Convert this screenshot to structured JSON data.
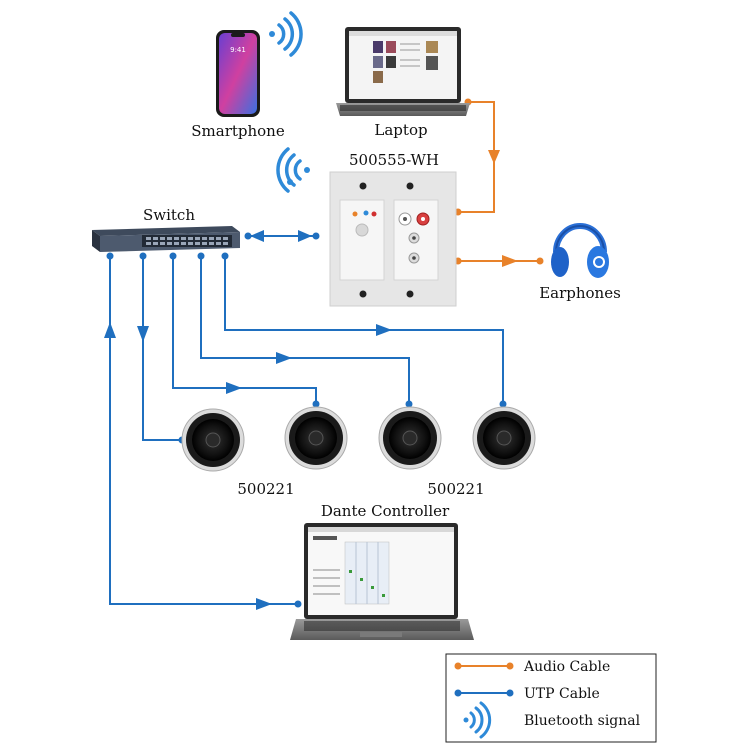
{
  "labels": {
    "smartphone": "Smartphone",
    "laptop": "Laptop",
    "wall_plate": "500555-WH",
    "switch": "Switch",
    "earphones": "Earphones",
    "speaker_left": "500221",
    "speaker_right": "500221",
    "dante_controller": "Dante Controller"
  },
  "phone_screen_time": "9:41",
  "legend": {
    "audio_cable": "Audio Cable",
    "utp_cable": "UTP Cable",
    "bluetooth": "Bluetooth signal"
  },
  "colors": {
    "audio_cable": "#e8822a",
    "utp_cable": "#1f6fbf",
    "bluetooth": "#2e8ad8"
  },
  "icons": [
    "bluetooth-icon",
    "smartphone-icon",
    "laptop-icon",
    "switch-icon",
    "wall-plate-icon",
    "headphones-icon",
    "speaker-icon"
  ]
}
